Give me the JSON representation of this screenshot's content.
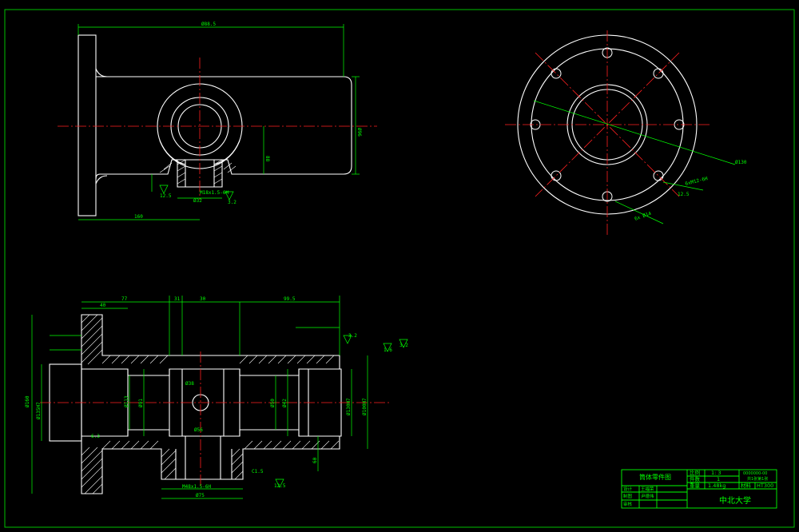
{
  "title_block": {
    "part_name": "筒体零件图",
    "scale_label": "比例",
    "scale_value": "1: 3",
    "quantity_label": "件数",
    "quantity_value": "1",
    "weight_label": "重量",
    "weight_value": "1.48kg",
    "material_label": "材料",
    "material_value": "HT300",
    "drawing_no": "0000000-00",
    "sheet_note": "共1张第1张",
    "designer_label": "设计",
    "designer_name": "王福荣",
    "drafter_label": "制图",
    "drafter_name": "尹德伟",
    "reviewer_label": "审核",
    "school": "中北大学"
  },
  "dims_top": {
    "total_length": "Ø88.5",
    "outer_dia": "Ø96",
    "bottom_len": "160",
    "boss_height": "88",
    "boss_dia": "Ø32",
    "thread": "M18x1.5-6H",
    "rough1": "12.5",
    "rough2": "3.2"
  },
  "dims_right": {
    "pcd": "Ø130",
    "hole": "6xM12-6H",
    "hole2": "6x Ø14",
    "rough": "12.5"
  },
  "dims_section": {
    "top_dims": [
      "40",
      "77",
      "31",
      "30",
      "99.5"
    ],
    "left_dims": [
      "Ø160",
      "Ø135H7",
      "Ø113",
      "Ø91"
    ],
    "mid_dims": [
      "Ø56",
      "Ø38",
      "Ø50",
      "Ø42"
    ],
    "right_dims": [
      "Ø130H7",
      "Ø100H7",
      "3.2"
    ],
    "bottom_dims": [
      "M48x1.5-6H",
      "Ø75",
      "C1.5",
      "60"
    ],
    "surface": [
      "1.6",
      "3.2",
      "12.5",
      "6.3"
    ]
  }
}
